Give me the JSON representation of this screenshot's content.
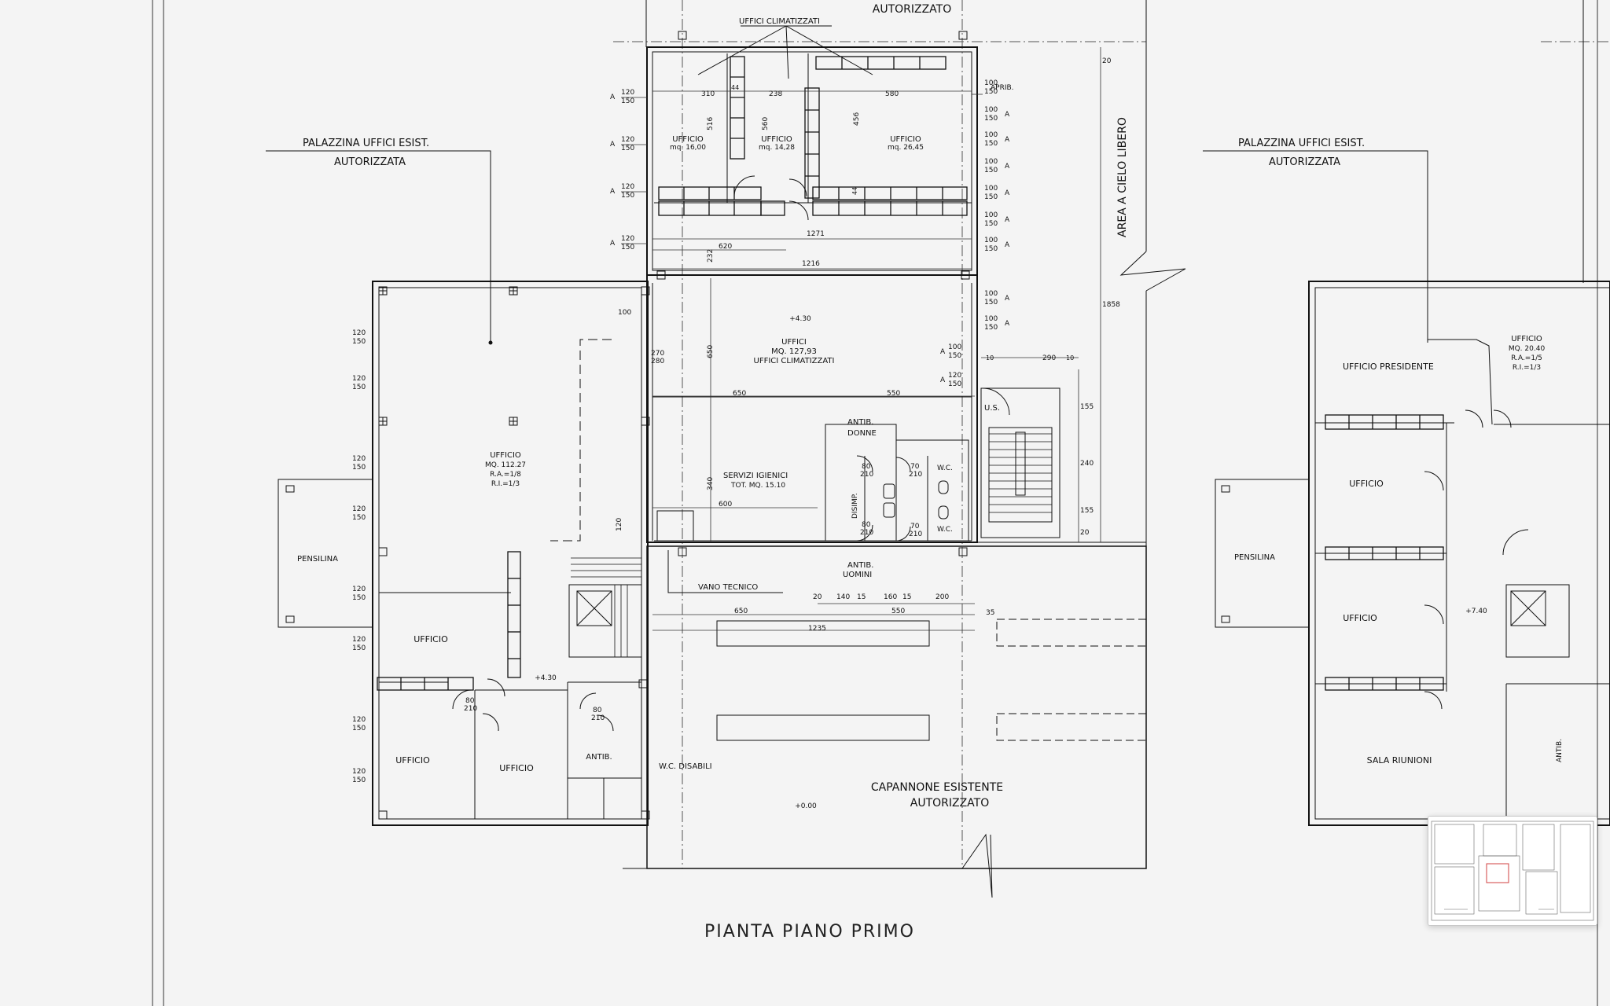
{
  "drawing": {
    "title": "PIANTA PIANO PRIMO",
    "labels": {
      "palazzina_a": "PALAZZINA UFFICI   ESIST.",
      "autorizzata_a": "AUTORIZZATA",
      "palazzina_b": "PALAZZINA UFFICI   ESIST.",
      "autorizzata_b": "AUTORIZZATA",
      "autorizzato_top": "AUTORIZZATO",
      "uffici_climatizzati": "UFFICI CLIMATIZZATI",
      "area_cielo": "AREA A CIELO LIBERO",
      "capannone": "CAPANNONE ESISTENTE",
      "capannone_aut": "AUTORIZZATO",
      "vano_tecnico": "VANO TECNICO",
      "servizi_igienici": "SERVIZI IGIENICI",
      "servizi_tot": "TOT.   MQ. 15.10",
      "antib_donne_1": "ANTIB.",
      "antib_donne_2": "DONNE",
      "antib_uomini_1": "ANTIB.",
      "antib_uomini_2": "UOMINI",
      "disimp": "DISIMP.",
      "wc_1": "W.C.",
      "wc_2": "W.C.",
      "us": "U.S.",
      "wc_disabili": "W.C.  DISABILI",
      "pensilina_a": "PENSILINA",
      "pensilina_b": "PENSILINA",
      "ufficio_big_1": "UFFICIO",
      "ufficio_big_2": "MQ.  112.27",
      "ufficio_big_3": "R.A.=1/8",
      "ufficio_big_4": "R.I.=1/3",
      "ufficio_l1": "UFFICIO",
      "ufficio_l2": "UFFICIO",
      "ufficio_l3": "UFFICIO",
      "antib_l": "ANTIB.",
      "uff1_a": "UFFICIO",
      "uff1_b": "mq. 16,00",
      "uff2_a": "UFFICIO",
      "uff2_b": "mq. 14,28",
      "uff3_a": "UFFICIO",
      "uff3_b": "mq. 26,45",
      "uffici_a": "UFFICI",
      "uffici_b": "MQ. 127,93",
      "uffici_c": "UFFICI CLIMATIZZATI",
      "level_a": "+4.30",
      "level_b": "+4.30",
      "level_c": "+0.00",
      "level_d": "+7.40",
      "aprib": "APRIB.",
      "ufficio_presidente": "UFFICIO PRESIDENTE",
      "uff_r_a": "UFFICIO",
      "uff_r_b": "MQ.  20.40",
      "uff_r_c": "R.A.=1/5",
      "uff_r_d": "R.I.=1/3",
      "ufficio_r1": "UFFICIO",
      "ufficio_r2": "UFFICIO",
      "sala_riunioni": "SALA RIUNIONI",
      "antib_r": "ANTIB."
    },
    "dims": {
      "d310": "310",
      "d238": "238",
      "d580": "580",
      "d516": "516",
      "d560": "560",
      "d456": "456",
      "d1271": "1271",
      "d620": "620",
      "d1216": "1216",
      "d232": "232",
      "d650a": "650",
      "d650b": "650",
      "d550a": "550",
      "d340": "340",
      "d600": "600",
      "d120a": "120",
      "d270": "270",
      "d280": "280",
      "d100a": "100",
      "d290": "290",
      "d10a": "10",
      "d10b": "10",
      "d155a": "155",
      "d240": "240",
      "d155b": "155",
      "d20a": "20",
      "d20b": "20",
      "d1858": "1858",
      "d650c": "650",
      "d550b": "550",
      "d1235": "1235",
      "d20c": "20",
      "d140": "140",
      "d15a": "15",
      "d160": "160",
      "d15b": "15",
      "d200": "200",
      "d35": "35",
      "d44a": "44",
      "d44b": "44"
    },
    "window_tag_a": "A",
    "window_120": "120",
    "window_150": "150",
    "window_100": "100",
    "door_80": "80",
    "door_210": "210",
    "door_70": "70"
  },
  "navigator": {
    "aria": "overview thumbnail"
  }
}
